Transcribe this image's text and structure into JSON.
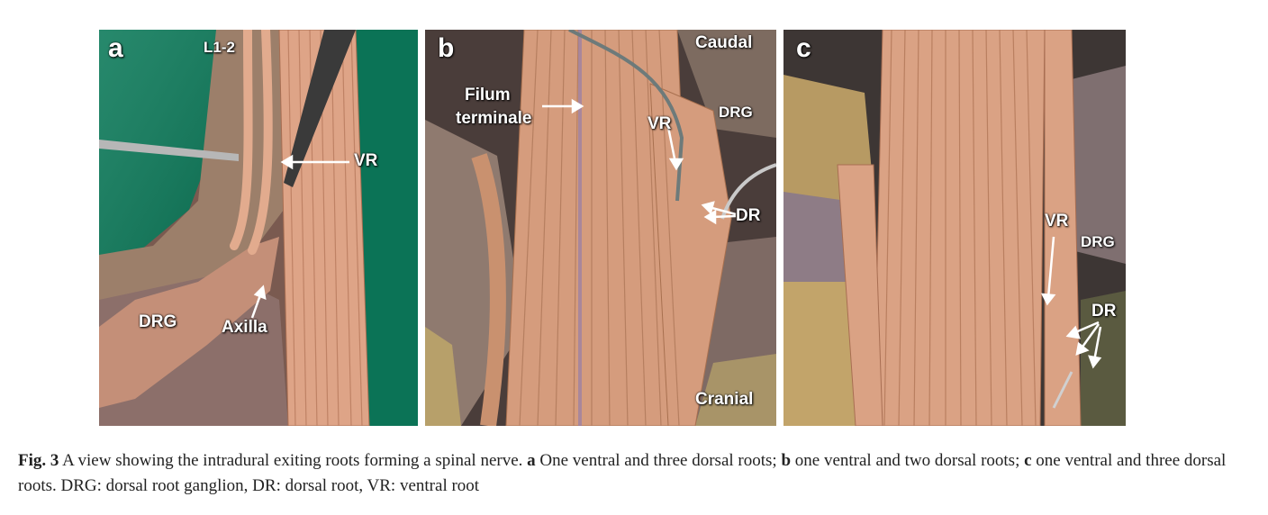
{
  "figure": {
    "panels": {
      "a": {
        "letter": "a",
        "labels": {
          "level": "L1-2",
          "vr": "VR",
          "drg": "DRG",
          "axilla": "Axilla"
        }
      },
      "b": {
        "letter": "b",
        "labels": {
          "caudal": "Caudal",
          "filum_line1": "Filum",
          "filum_line2": "terminale",
          "vr": "VR",
          "drg": "DRG",
          "dr": "DR",
          "cranial": "Cranial"
        }
      },
      "c": {
        "letter": "c",
        "labels": {
          "vr": "VR",
          "drg": "DRG",
          "dr": "DR"
        }
      }
    },
    "caption": {
      "fig_label": "Fig. 3",
      "text1": "A view showing the intradural exiting roots forming a spinal nerve.",
      "a_letter": "a",
      "text2": "One ventral and three dorsal roots;",
      "b_letter": "b",
      "text3": "one ventral and two dorsal roots;",
      "c_letter": "c",
      "text4": "one ventral and three dorsal roots. DRG: dorsal root ganglion, DR: dorsal root, VR: ventral root"
    },
    "colors": {
      "drape_green": "#0d7a5a",
      "nerve": "#d9a07f",
      "nerve_dark": "#a86e52",
      "tissue": "#8a6e66",
      "bone": "#c9b27a"
    }
  }
}
